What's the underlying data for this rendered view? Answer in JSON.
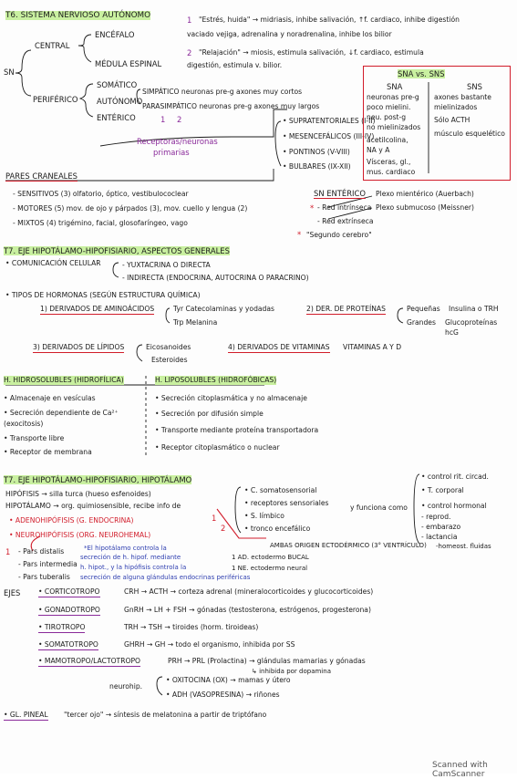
{
  "colors": {
    "highlight": "#c9f0a0",
    "red": "#d11c2a",
    "blue": "#2f3fb0",
    "purple": "#8a2a9a"
  },
  "t6": {
    "title": "T6. SISTEMA NERVIOSO AUTÓNOMO",
    "sn": "SN",
    "central": "CENTRAL",
    "encefalo": "ENCÉFALO",
    "medula": "MÉDULA ESPINAL",
    "periferico": "PERIFÉRICO",
    "somatico": "SOMÁTICO",
    "autonomo": "AUTÓNOMO",
    "enterico": "ENTÉRICO",
    "n1": "1",
    "n2": "2",
    "estres1": "\"Estrés, huida\" → midriasis, inhibe salivación, ↑f. cardiaco, inhibe digestión",
    "estres2": "vaciado vejiga, adrenalina y noradrenalina, inhibe los bilior",
    "relaj1": "\"Relajación\" → miosis, estimula salivación, ↓f. cardiaco, estimula",
    "relaj2": "digestión, estimula v. bilior.",
    "somatico_desc": "SIMPÁTICO neuronas pre-g axones muy cortos",
    "para_desc": "PARASIMPÁTICO neuronas pre-g axones muy largos",
    "receptoras": "Receptoras/neuronas",
    "primarias": "primarias",
    "supra": "• SUPRATENTORIALES (I-II)",
    "mesen": "• MESENCEFÁLICOS (III-IV)",
    "pontinos": "• PONTINOS (V-VIII)",
    "bulbares": "• BULBARES (IX-XII)",
    "pares": "PARES CRANEALES",
    "sens": "- SENSITIVOS (3) olfatorio, óptico, vestibulococlear",
    "mot": "- MOTORES (5) mov. de ojo y párpados (3), mov. cuello y lengua (2)",
    "mix": "- MIXTOS (4) trigémino, facial, glosofaríngeo, vago",
    "sna_title": "SNA vs. SNS",
    "sna_h": "SNA",
    "sns_h": "SNS",
    "sna_rows": [
      "neuronas pre-g",
      "poco mielini.",
      "neu. post-g",
      "no mielinizados",
      "acetilcolina,",
      "NA y A",
      "Vísceras, gl.,",
      "mus. cardiaco"
    ],
    "sns_rows": [
      "axones bastante",
      "mielinizados",
      "Sólo ACTH",
      "músculo esquelético"
    ],
    "sn_ent": "SN ENTÉRICO",
    "intr": "- Red intrínseca",
    "extr": "- Red extrínseca",
    "mienterico": "Plexo mientérico (Auerbach)",
    "submucoso": "Plexo submucoso (Meissner)",
    "segundo": "\"Segundo cerebro\""
  },
  "t7a": {
    "title": "T7. EJE HIPOTÁLAMO-HIPOFISIARIO, ASPECTOS GENERALES",
    "com": "• COMUNICACIÓN CELULAR",
    "yux": "- YUXTACRINA O DIRECTA",
    "ind": "- INDIRECTA (ENDOCRINA, AUTOCRINA O PARACRINO)",
    "tipos": "• TIPOS DE HORMONAS (SEGÚN ESTRUCTURA QUÍMICA)",
    "d1": "1) DERIVADOS DE AMINOÁCIDOS",
    "tyr": "Tyr Catecolaminas y yodadas",
    "trp": "Trp Melanina",
    "d2": "2) DER. DE PROTEÍNAS",
    "peq": "Pequeñas",
    "gra": "Grandes",
    "insu": "Insulina o TRH",
    "gluco": "Glucoproteínas",
    "hcg": "hcG",
    "d3": "3) DERIVADOS DE LÍPIDOS",
    "eico": "Eicosanoides",
    "este": "Esteroides",
    "d4": "4) DERIVADOS DE VITAMINAS",
    "vit": "VITAMINAS A Y D",
    "hidro": "H. HIDROSOLUBLES (HIDROFÍLICA)",
    "lipo": "H. LIPOSOLUBLES (HIDROFÓBICAS)",
    "hidro_items": [
      "• Almacenaje en vesículas",
      "• Secreción dependiente de Ca²⁺",
      "   (exocitosis)",
      "• Transporte libre",
      "• Receptor de membrana"
    ],
    "lipo_items": [
      "• Secreción citoplasmática y no almacenaje",
      "• Secreción por difusión simple",
      "• Transporte mediante proteína transportadora",
      "• Receptor citoplasmático o nuclear"
    ]
  },
  "t7b": {
    "title": "T7. EJE HIPOTÁLAMO-HIPOFISIARIO, HIPOTÁLAMO",
    "hipo1": "HIPÓFISIS → silla turca (hueso esfenoides)",
    "hipo2": "HIPOTÁLAMO → org. quimiosensible, recibe info de",
    "adeno": "• ADENOHIPÓFISIS (G. ENDOCRINA)",
    "neuro": "• NEUROHIPÓFISIS (ORG. NEUROHEMAL)",
    "n1": "1",
    "n2": "2",
    "info": [
      "• C. somatosensorial",
      "• receptores sensoriales",
      "• S. límbico",
      "• tronco encefálico"
    ],
    "funciona": "y funciona como",
    "funcs": [
      "• control rit. circad.",
      "• T. corporal",
      "• control hormonal",
      "   - reprod.",
      "   - embarazo",
      "   - lactancia"
    ],
    "ambas": "AMBAS ORIGEN ECTODÉRMICO (3° VENTRÍCULO)",
    "homeo": "-homeost. fluidas",
    "hip1": "*El hipotálamo controla la",
    "hip2": "secreción de h. hipof. mediante",
    "hip3": "h. hipot., y la hipófisis controla la",
    "hip4": "secreción de alguna glándulas endocrinas periféricas",
    "ad": "1 AD. ectodermo BUCAL",
    "ne": "1 NE. ectodermo neural",
    "partes": [
      "- Pars distalis",
      "- Pars intermedia",
      "- Pars tuberalis"
    ],
    "ejes": "EJES",
    "ejes_rows": [
      {
        "name": "• CORTICOTROPO",
        "h": "CRH → ACTH → corteza adrenal (mineralocorticoides y glucocorticoides)"
      },
      {
        "name": "• GONADOTROPO",
        "h": "GnRH → LH + FSH → gónadas (testosterona, estrógenos, progesterona)"
      },
      {
        "name": "• TIROTROPO",
        "h": "TRH → TSH → tiroides (horm. tiroideas)"
      },
      {
        "name": "• SOMATOTROPO",
        "h": "GHRH → GH → todo el organismo, inhibida por SS"
      },
      {
        "name": "• MAMOTROPO/LACTOTROPO",
        "h": "PRH → PRL (Prolactina) → glándulas mamarias y gónadas"
      }
    ],
    "dopa": "↳ inhibida por dopamina",
    "neurohip": "neurohip.",
    "oxi": "• OXITOCINA (OX) → mamas y útero",
    "adh": "• ADH (VASOPRESINA) → riñones",
    "glpin": "• GL. PINEAL",
    "tercer": "\"tercer ojo\" → síntesis de melatonina a partir de triptófano"
  },
  "footer": "Scanned with CamScanner"
}
